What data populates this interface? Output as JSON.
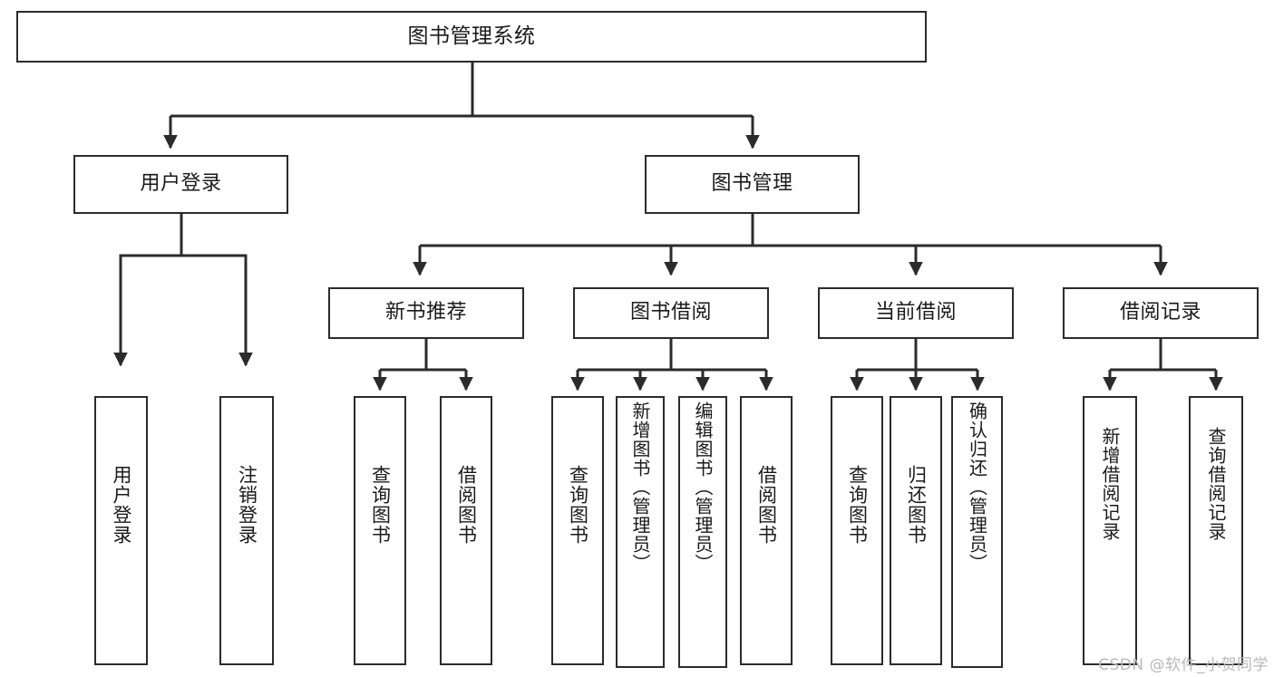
{
  "diagram": {
    "type": "tree",
    "title": "图书管理系统",
    "colors": {
      "stroke": "#2b2b2b",
      "fill": "#ffffff",
      "text": "#1a1a1a",
      "watermark": "#b9b9b9"
    },
    "levels": {
      "root": {
        "label": "图书管理系统"
      },
      "level2": [
        {
          "id": "user-login",
          "label": "用户登录"
        },
        {
          "id": "book-management",
          "label": "图书管理"
        }
      ],
      "level3": [
        {
          "id": "new-book-recommend",
          "label": "新书推荐",
          "parent": "book-management"
        },
        {
          "id": "book-borrow",
          "label": "图书借阅",
          "parent": "book-management"
        },
        {
          "id": "current-borrow",
          "label": "当前借阅",
          "parent": "book-management"
        },
        {
          "id": "borrow-record",
          "label": "借阅记录",
          "parent": "book-management"
        }
      ],
      "leaves": [
        {
          "id": "leaf-user-login",
          "label": "用户登录",
          "parent": "user-login"
        },
        {
          "id": "leaf-user-logout",
          "label": "注销登录",
          "parent": "user-login"
        },
        {
          "id": "leaf-query-book-1",
          "label": "查询图书",
          "parent": "new-book-recommend"
        },
        {
          "id": "leaf-borrow-book-1",
          "label": "借阅图书",
          "parent": "new-book-recommend"
        },
        {
          "id": "leaf-query-book-2",
          "label": "查询图书",
          "parent": "book-borrow"
        },
        {
          "id": "leaf-add-book",
          "label": "新增图书（管理员）",
          "parent": "book-borrow"
        },
        {
          "id": "leaf-edit-book",
          "label": "编辑图书（管理员）",
          "parent": "book-borrow"
        },
        {
          "id": "leaf-borrow-book-2",
          "label": "借阅图书",
          "parent": "book-borrow"
        },
        {
          "id": "leaf-query-book-3",
          "label": "查询图书",
          "parent": "current-borrow"
        },
        {
          "id": "leaf-return-book",
          "label": "归还图书",
          "parent": "current-borrow"
        },
        {
          "id": "leaf-confirm-return",
          "label": "确认归还（管理员）",
          "parent": "current-borrow"
        },
        {
          "id": "leaf-add-record",
          "label": "新增借阅记录",
          "parent": "borrow-record"
        },
        {
          "id": "leaf-query-record",
          "label": "查询借阅记录",
          "parent": "borrow-record"
        }
      ]
    }
  },
  "watermark": {
    "text": "CSDN @软件_小贺同学"
  }
}
